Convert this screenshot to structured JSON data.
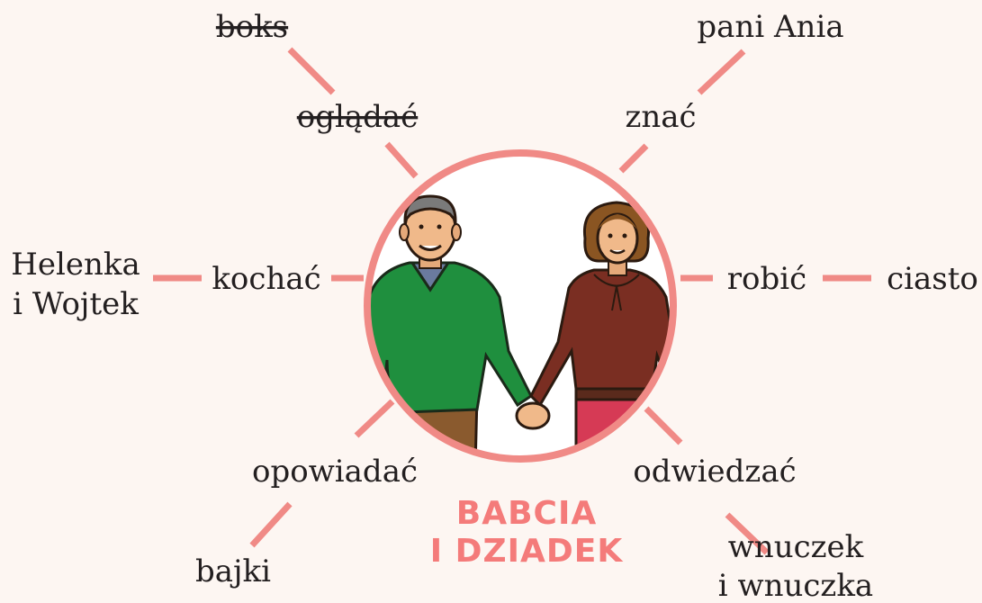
{
  "diagram": {
    "center_label_line1": "BABCIA",
    "center_label_line2": "I DZIADEK",
    "accent_color": "#f08a86",
    "label_color": "#f47b7a",
    "image_icon": "grandparents-holding-hands-illustration",
    "words": {
      "boks": "boks",
      "ogladac": "oglądać",
      "pani_ania": "pani Ania",
      "znac": "znać",
      "helenka": "Helenka",
      "i_wojtek": "i Wojtek",
      "kochac": "kochać",
      "robic": "robić",
      "ciasto": "ciasto",
      "opowiadac": "opowiadać",
      "bajki": "bajki",
      "odwiedzac": "odwiedzać",
      "wnuczek": "wnuczek",
      "i_wnuczka": "i wnuczka"
    },
    "struck_words": [
      "boks",
      "oglądać"
    ]
  }
}
